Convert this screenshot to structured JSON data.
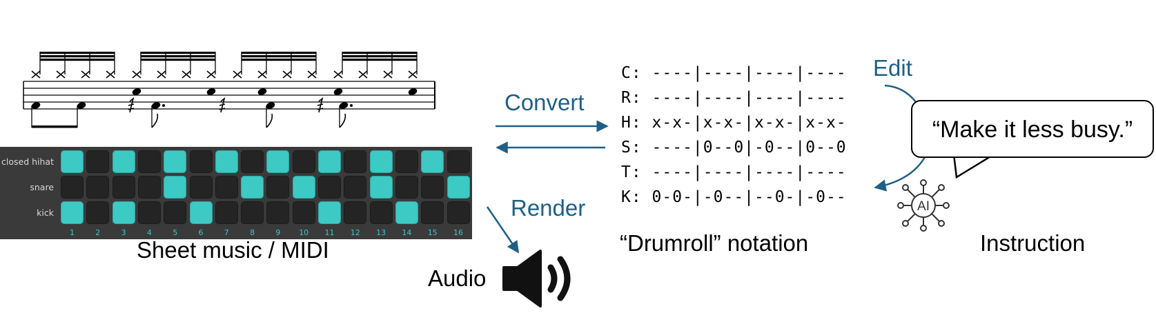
{
  "sequencer": {
    "rows": [
      {
        "label": "closed hihat",
        "steps": [
          1,
          0,
          1,
          0,
          1,
          0,
          1,
          0,
          1,
          0,
          1,
          0,
          1,
          0,
          1,
          0
        ]
      },
      {
        "label": "snare",
        "steps": [
          0,
          0,
          0,
          0,
          1,
          0,
          0,
          1,
          0,
          1,
          0,
          0,
          1,
          0,
          0,
          1
        ]
      },
      {
        "label": "kick",
        "steps": [
          1,
          0,
          1,
          0,
          0,
          1,
          0,
          0,
          0,
          0,
          1,
          0,
          0,
          1,
          0,
          0
        ]
      }
    ],
    "step_numbers": [
      "1",
      "2",
      "3",
      "4",
      "5",
      "6",
      "7",
      "8",
      "9",
      "10",
      "11",
      "12",
      "13",
      "14",
      "15",
      "16"
    ],
    "active_color": "#3dc9c4"
  },
  "captions": {
    "sheet": "Sheet music / MIDI",
    "audio": "Audio",
    "notation": "“Drumroll” notation",
    "instruction": "Instruction"
  },
  "arrows": {
    "convert": "Convert",
    "render": "Render",
    "edit": "Edit",
    "color": "#1e5f86"
  },
  "notation": [
    "C: ----|----|----|----",
    "R: ----|----|----|----",
    "H: x-x-|x-x-|x-x-|x-x-",
    "S: ----|0--0|-0--|0--0",
    "T: ----|----|----|----",
    "K: 0-0-|-0--|--0-|-0--"
  ],
  "bubble": {
    "text": "“Make it less busy.”"
  },
  "ai_badge": "AI",
  "icons": {
    "speaker": "speaker-icon",
    "ai": "ai-network-icon"
  }
}
